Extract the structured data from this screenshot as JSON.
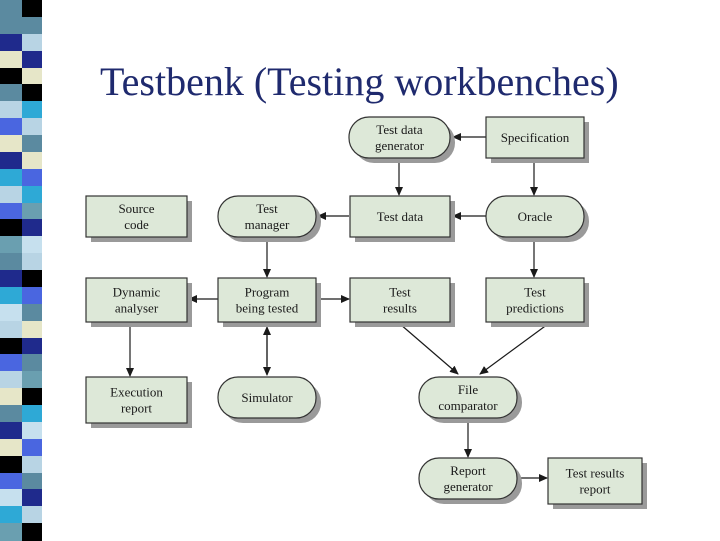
{
  "title": "Testbenk (Testing workbenches)",
  "colors": {
    "title": "#1f2a6e",
    "box_fill": "#dde8d8",
    "stripe": [
      "#5b8aa0",
      "#1f2a8c",
      "#000000",
      "#b8d4e4",
      "#e6e6c8",
      "#2ea9d6",
      "#4a66e0",
      "#6a9fb0",
      "#c6e0ee"
    ]
  },
  "nodes": {
    "test_data_generator": [
      "Test data",
      "generator"
    ],
    "specification": [
      "Specification"
    ],
    "source_code": [
      "Source",
      "code"
    ],
    "test_manager": [
      "Test",
      "manager"
    ],
    "test_data": [
      "Test data"
    ],
    "oracle": [
      "Oracle"
    ],
    "dynamic_analyser": [
      "Dynamic",
      "analyser"
    ],
    "program_being_tested": [
      "Program",
      "being tested"
    ],
    "test_results": [
      "Test",
      "results"
    ],
    "test_predictions": [
      "Test",
      "predictions"
    ],
    "execution_report": [
      "Execution",
      "report"
    ],
    "simulator": [
      "Simulator"
    ],
    "file_comparator": [
      "File",
      "comparator"
    ],
    "report_generator": [
      "Report",
      "generator"
    ],
    "test_results_report": [
      "Test results",
      "report"
    ]
  }
}
